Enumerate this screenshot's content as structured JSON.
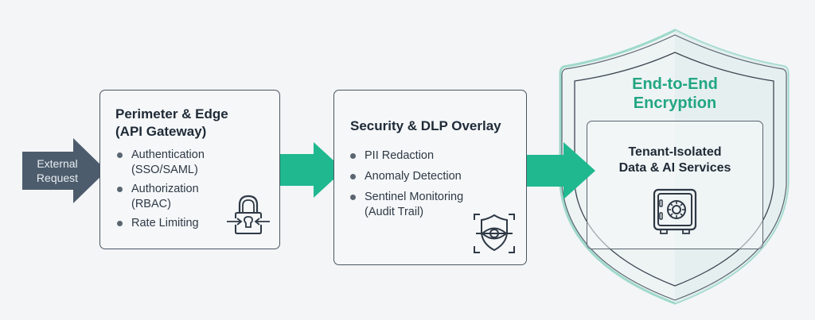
{
  "colors": {
    "background": "#f3f5f7",
    "external_arrow": "#4d5c6c",
    "flow_arrow": "#1fb88f",
    "encryption_text": "#21a683",
    "shield_outline": "#8fd3c3",
    "box_border": "#4a5561"
  },
  "external_request": {
    "label_line1": "External",
    "label_line2": "Request",
    "icon": "arrow-right-icon"
  },
  "perimeter": {
    "title_line1": "Perimeter & Edge",
    "title_line2": "(API Gateway)",
    "items": [
      {
        "line1": "Authentication",
        "line2": "(SSO/SAML)"
      },
      {
        "line1": "Authorization",
        "line2": "(RBAC)"
      },
      {
        "line1": "Rate Limiting",
        "line2": ""
      }
    ],
    "icon": "padlock-arrows-icon"
  },
  "security": {
    "title": "Security & DLP Overlay",
    "items": [
      {
        "line1": "PII Redaction",
        "line2": ""
      },
      {
        "line1": "Anomaly Detection",
        "line2": ""
      },
      {
        "line1": "Sentinel Monitoring",
        "line2": "(Audit Trail)"
      }
    ],
    "icon": "shield-eye-scan-icon"
  },
  "encryption": {
    "title_line1": "End-to-End",
    "title_line2": "Encryption",
    "icon": "shield-icon"
  },
  "tenant": {
    "title_line1": "Tenant-Isolated",
    "title_line2": "Data & AI Services",
    "icon": "safe-vault-icon"
  }
}
